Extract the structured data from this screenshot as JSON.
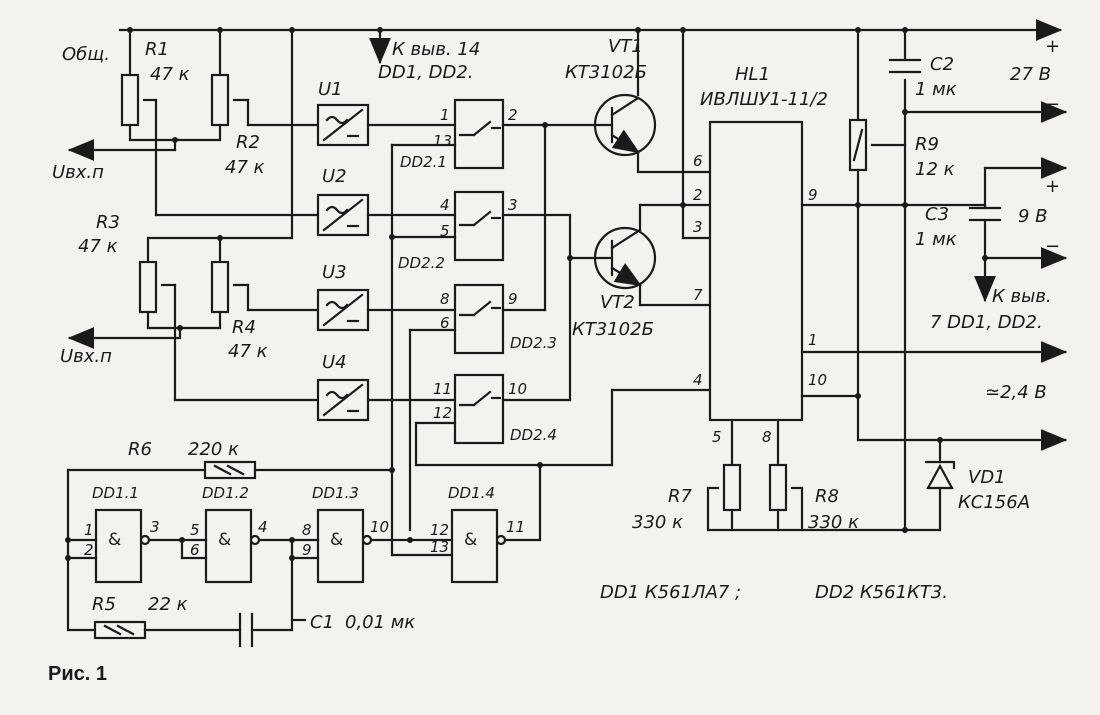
{
  "figure_caption": "Рис. 1",
  "labels": {
    "common": "Общ.",
    "input_top": "Uвх.п",
    "input_bottom": "Uвх.п",
    "to_pin14": "К выв. 14",
    "to_pin14_chips": "DD1, DD2.",
    "to_pin7": "К выв.",
    "to_pin7_chips": "7 DD1, DD2.",
    "plus_top": "+",
    "v27": "27 В",
    "minus_top": "−",
    "plus_mid": "+",
    "v9": "9 В",
    "minus_mid": "−",
    "v24": "≃2,4 В",
    "chips_note_1": "DD1   К561ЛА7 ;",
    "chips_note_2": "DD2   К561КТ3."
  },
  "components": {
    "R1": {
      "ref": "R1",
      "value": "47 к"
    },
    "R2": {
      "ref": "R2",
      "value": "47 к"
    },
    "R3": {
      "ref": "R3",
      "value": "47 к"
    },
    "R4": {
      "ref": "R4",
      "value": "47 к"
    },
    "R5": {
      "ref": "R5",
      "value": "22 к"
    },
    "R6": {
      "ref": "R6",
      "value": "220 к"
    },
    "R7": {
      "ref": "R7",
      "value": "330 к"
    },
    "R8": {
      "ref": "R8",
      "value": "330 к"
    },
    "R9": {
      "ref": "R9",
      "value": "12 к"
    },
    "C1": {
      "ref": "C1",
      "value": "0,01 мк"
    },
    "C2": {
      "ref": "C2",
      "value": "1 мк"
    },
    "C3": {
      "ref": "C3",
      "value": "1 мк"
    },
    "VT1": {
      "ref": "VT1",
      "value": "КТ3102Б"
    },
    "VT2": {
      "ref": "VT2",
      "value": "КТ3102Б"
    },
    "HL1": {
      "ref": "HL1",
      "value": "ИВЛШУ1-11/2"
    },
    "VD1": {
      "ref": "VD1",
      "value": "КС156А"
    },
    "U1": {
      "ref": "U1"
    },
    "U2": {
      "ref": "U2"
    },
    "U3": {
      "ref": "U3"
    },
    "U4": {
      "ref": "U4"
    },
    "DD1_1": {
      "ref": "DD1.1",
      "sym": "&",
      "in1": "1",
      "in2": "2",
      "out": "3"
    },
    "DD1_2": {
      "ref": "DD1.2",
      "sym": "&",
      "in1": "5",
      "in2": "6",
      "out": "4"
    },
    "DD1_3": {
      "ref": "DD1.3",
      "sym": "&",
      "in1": "8",
      "in2": "9",
      "out": "10"
    },
    "DD1_4": {
      "ref": "DD1.4",
      "sym": "&",
      "in1": "12",
      "in2": "13",
      "out": "11"
    },
    "DD2_1": {
      "ref": "DD2.1",
      "in": "1",
      "ctl": "13",
      "out": "2"
    },
    "DD2_2": {
      "ref": "DD2.2",
      "in": "4",
      "ctl": "5",
      "out": "3"
    },
    "DD2_3": {
      "ref": "DD2.3",
      "in": "8",
      "ctl": "6",
      "out": "9"
    },
    "DD2_4": {
      "ref": "DD2.4",
      "in": "11",
      "ctl": "12",
      "out": "10"
    }
  },
  "hl1_pins": {
    "p6": "6",
    "p2": "2",
    "p3": "3",
    "p7": "7",
    "p4": "4",
    "p5": "5",
    "p8": "8",
    "p9": "9",
    "p1": "1",
    "p10": "10"
  }
}
